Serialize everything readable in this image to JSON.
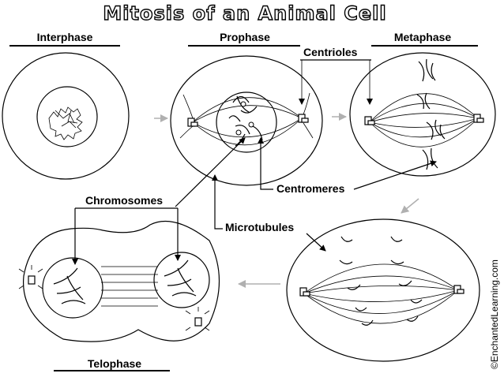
{
  "title": "Mitosis of an Animal Cell",
  "stages": {
    "interphase": "Interphase",
    "prophase": "Prophase",
    "metaphase": "Metaphase",
    "telophase": "Telophase"
  },
  "callouts": {
    "centrioles": "Centrioles",
    "centromeres": "Centromeres",
    "chromosomes": "Chromosomes",
    "microtubules": "Microtubules"
  },
  "credit": "©EnchantedLearning.com",
  "colors": {
    "ink": "#000000",
    "flow_arrow": "#b0b0b0",
    "background": "#ffffff"
  }
}
